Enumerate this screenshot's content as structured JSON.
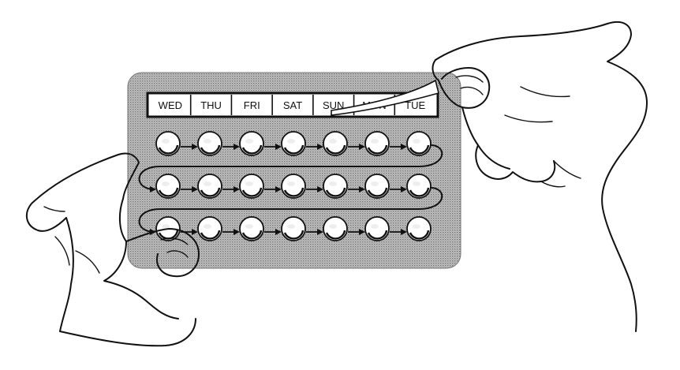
{
  "days": [
    "WED",
    "THU",
    "FRI",
    "SAT",
    "SUN",
    "MON",
    "TUE"
  ],
  "pills": {
    "rows": 3,
    "per_row": 7
  },
  "colors": {
    "card": "#bdbdbd",
    "card_dots": "#8a8a8a",
    "ink": "#111111",
    "pill": "#ffffff",
    "background": "#ffffff"
  }
}
